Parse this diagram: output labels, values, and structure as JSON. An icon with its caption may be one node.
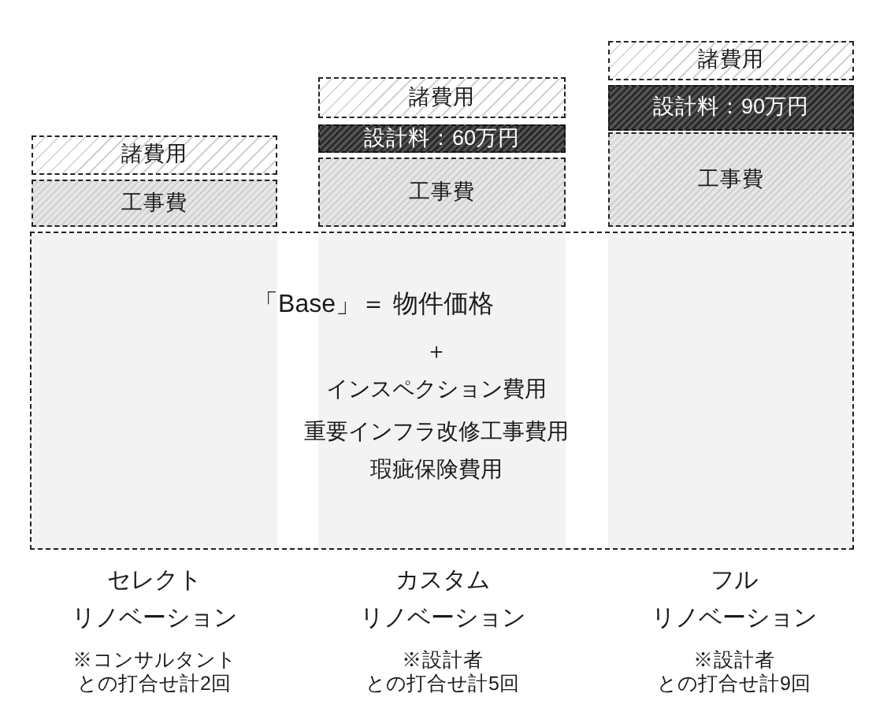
{
  "diagram": {
    "nodes": [
      {
        "text": [
          "諸費用"
        ]
      },
      {
        "text": [
          "工事費"
        ]
      },
      {
        "text": [
          "諸費用"
        ]
      },
      {
        "text": [
          "設計料：60万円"
        ]
      },
      {
        "text": [
          "工事費"
        ]
      },
      {
        "text": [
          "諸費用"
        ]
      },
      {
        "text": [
          "設計料：90万円"
        ]
      },
      {
        "text": [
          "工事費"
        ]
      },
      {
        "text": [
          "「Base」＝ 物件価格",
          "＋",
          "インスペクション費用",
          "重要インフラ改修工事費用",
          "瑕疵保険費用"
        ]
      }
    ],
    "labels": [
      "セレクトリノベーション",
      "※コンサルタントとの打合せ計2回",
      "カスタムリノベーション",
      "※設計者との打合せ計5回",
      "フルリノベーション",
      "※設計者との打合せ計9回"
    ]
  }
}
